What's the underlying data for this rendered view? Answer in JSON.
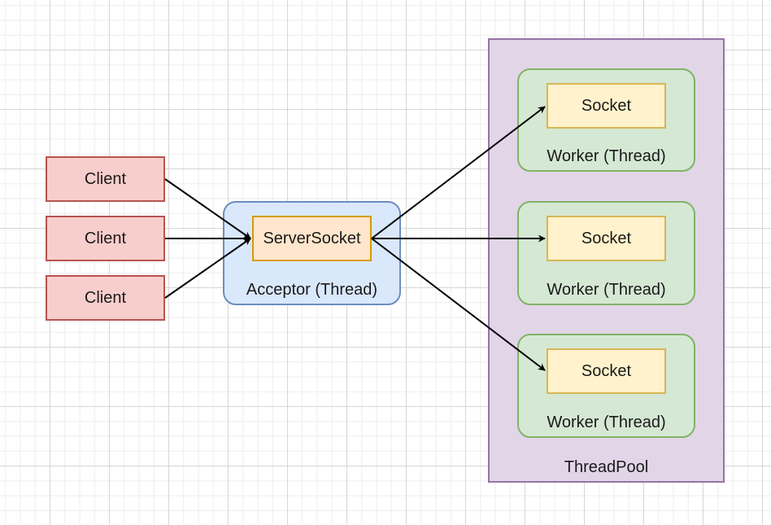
{
  "clients": [
    "Client",
    "Client",
    "Client"
  ],
  "acceptor": {
    "label": "Acceptor (Thread)",
    "server_socket": "ServerSocket"
  },
  "thread_pool": {
    "label": "ThreadPool",
    "workers": [
      {
        "label": "Worker (Thread)",
        "socket": "Socket"
      },
      {
        "label": "Worker (Thread)",
        "socket": "Socket"
      },
      {
        "label": "Worker (Thread)",
        "socket": "Socket"
      }
    ]
  },
  "colors": {
    "client_fill": "#f8cecc",
    "client_stroke": "#b85450",
    "acceptor_fill": "#dae8fc",
    "acceptor_stroke": "#6c8ebf",
    "server_socket_fill": "#ffe6cc",
    "server_socket_stroke": "#d79b00",
    "pool_fill": "#e1d5e7",
    "pool_stroke": "#9673a6",
    "worker_fill": "#d5e8d4",
    "worker_stroke": "#82b366",
    "socket_fill": "#fff2cc",
    "socket_stroke": "#d6b656"
  }
}
